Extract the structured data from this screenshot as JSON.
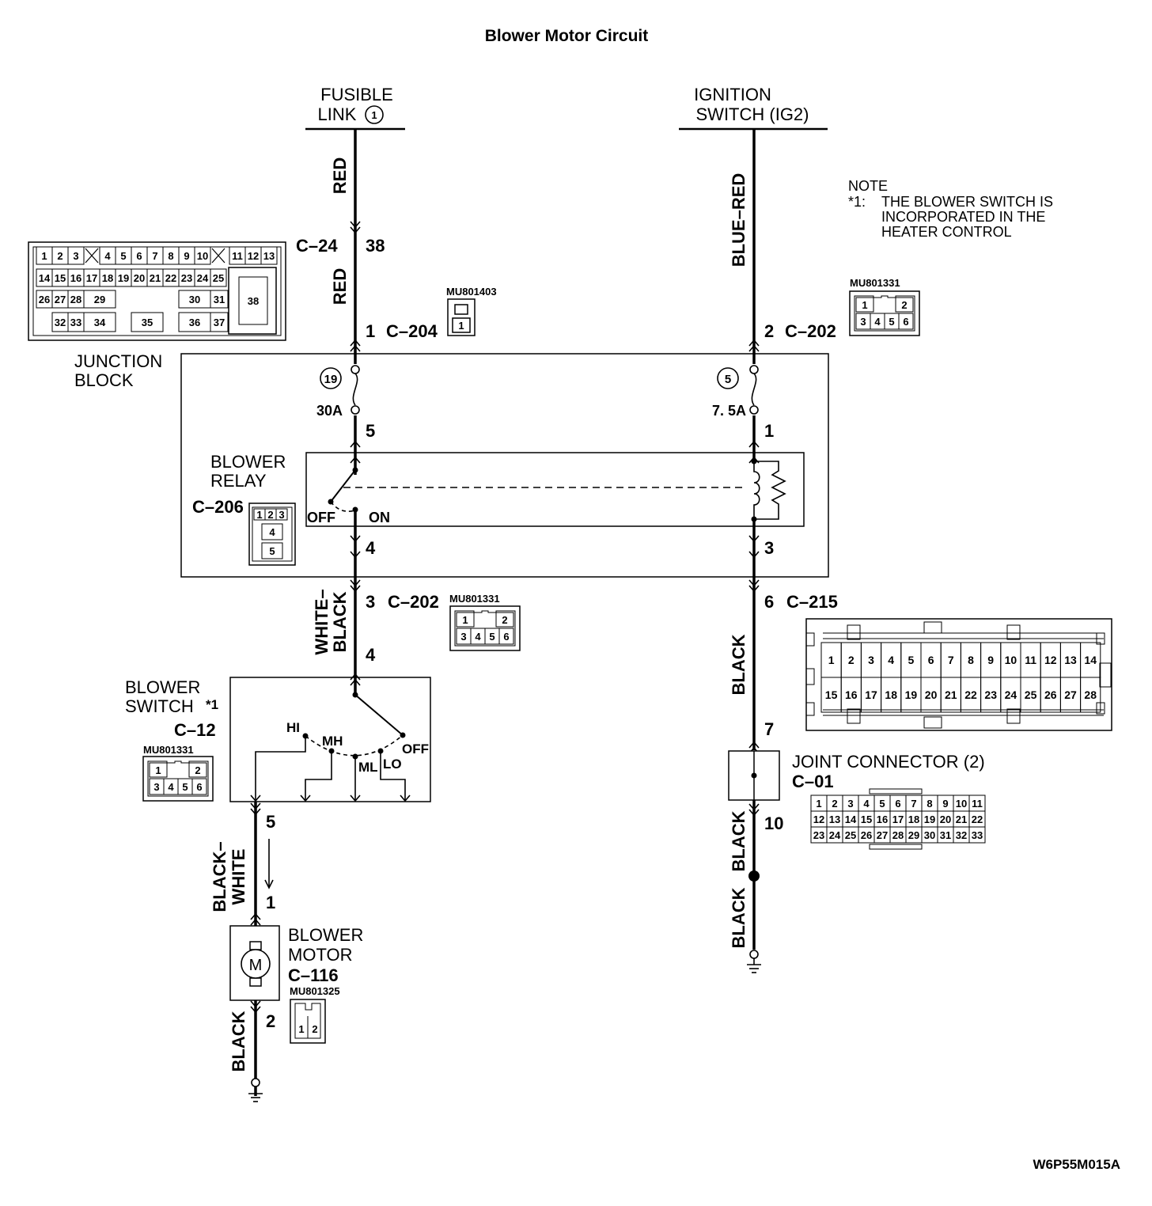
{
  "title": "Blower Motor Circuit",
  "sources": {
    "fusible_link": [
      "FUSIBLE",
      "LINK"
    ],
    "fusible_link_no": "1",
    "ignition_switch": [
      "IGNITION",
      "SWITCH (IG2)"
    ]
  },
  "note": {
    "heading": "NOTE",
    "marker": "*1:",
    "lines": [
      "THE BLOWER SWITCH IS",
      "INCORPORATED IN THE",
      "HEATER CONTROL"
    ]
  },
  "wire_colors": {
    "red_top": "RED",
    "red_mid": "RED",
    "blue_red": "BLUE–RED",
    "white_black": [
      "WHITE–",
      "BLACK"
    ],
    "black_white": [
      "BLACK–",
      "WHITE"
    ],
    "black_motor": "BLACK",
    "black_right1": "BLACK",
    "black_right2": "BLACK",
    "black_right3": "BLACK"
  },
  "connectors": {
    "c24": "C–24",
    "c24_pin": "38",
    "c204": "C–204",
    "c204_pin": "1",
    "c202_top": "C–202",
    "c202_top_pin": "2",
    "c202_mid": "C–202",
    "c202_mid_pin": "3",
    "c215": "C–215",
    "c215_pin": "6",
    "c206": "C–206",
    "c12": "C–12",
    "c116": "C–116",
    "c01": "C–01",
    "mu_c204": "MU801403",
    "mu_c202_top": "MU801331",
    "mu_c202_mid": "MU801331",
    "mu_c12": "MU801331",
    "mu_c116": "MU801325"
  },
  "junction_block": {
    "label": [
      "JUNCTION",
      "BLOCK"
    ],
    "fuse_left_no": "19",
    "fuse_left_rating": "30A",
    "fuse_right_no": "5",
    "fuse_right_rating": "7. 5A",
    "pin_left_upper": "5",
    "pin_right_upper": "1",
    "pin_left_lower": "4",
    "pin_right_lower": "3"
  },
  "blower_relay": {
    "label": [
      "BLOWER",
      "RELAY"
    ],
    "off": "OFF",
    "on": "ON"
  },
  "blower_switch": {
    "label": [
      "BLOWER",
      "SWITCH"
    ],
    "marker": "*1",
    "pin_in": "4",
    "pin_out": "5",
    "positions": {
      "hi": "HI",
      "mh": "MH",
      "ml": "ML",
      "lo": "LO",
      "off": "OFF"
    }
  },
  "blower_motor": {
    "label": [
      "BLOWER",
      "MOTOR"
    ],
    "symbol": "M",
    "pin_in": "1",
    "pin_out": "2"
  },
  "joint_connector": {
    "label": "JOINT CONNECTOR (2)",
    "pin_in": "7",
    "pin_out": "10"
  },
  "c24_face": {
    "row1": [
      "1",
      "2",
      "3",
      "4",
      "5",
      "6",
      "7",
      "8",
      "9",
      "10",
      "11",
      "12",
      "13"
    ],
    "row2": [
      "14",
      "15",
      "16",
      "17",
      "18",
      "19",
      "20",
      "21",
      "22",
      "23",
      "24",
      "25"
    ],
    "row3": [
      "26",
      "27",
      "28",
      "29",
      "30",
      "31",
      "38"
    ],
    "row4": [
      "32",
      "33",
      "34",
      "35",
      "36",
      "37"
    ]
  },
  "mu801331_face": {
    "row1": [
      "1",
      "2"
    ],
    "row2": [
      "3",
      "4",
      "5",
      "6"
    ]
  },
  "mu801403_face": {
    "pin": "1"
  },
  "c206_face": {
    "row1": [
      "1",
      "2",
      "3"
    ],
    "pin4": "4",
    "pin5": "5"
  },
  "c215_face": {
    "row1": [
      "1",
      "2",
      "3",
      "4",
      "5",
      "6",
      "7",
      "8",
      "9",
      "10",
      "11",
      "12",
      "13",
      "14"
    ],
    "row2": [
      "15",
      "16",
      "17",
      "18",
      "19",
      "20",
      "21",
      "22",
      "23",
      "24",
      "25",
      "26",
      "27",
      "28"
    ]
  },
  "c01_face": {
    "row1": [
      "1",
      "2",
      "3",
      "4",
      "5",
      "6",
      "7",
      "8",
      "9",
      "10",
      "11"
    ],
    "row2": [
      "12",
      "13",
      "14",
      "15",
      "16",
      "17",
      "18",
      "19",
      "20",
      "21",
      "22"
    ],
    "row3": [
      "23",
      "24",
      "25",
      "26",
      "27",
      "28",
      "29",
      "30",
      "31",
      "32",
      "33"
    ]
  },
  "c116_face": {
    "pins": [
      "1",
      "2"
    ]
  },
  "figure_code": "W6P55M015A"
}
